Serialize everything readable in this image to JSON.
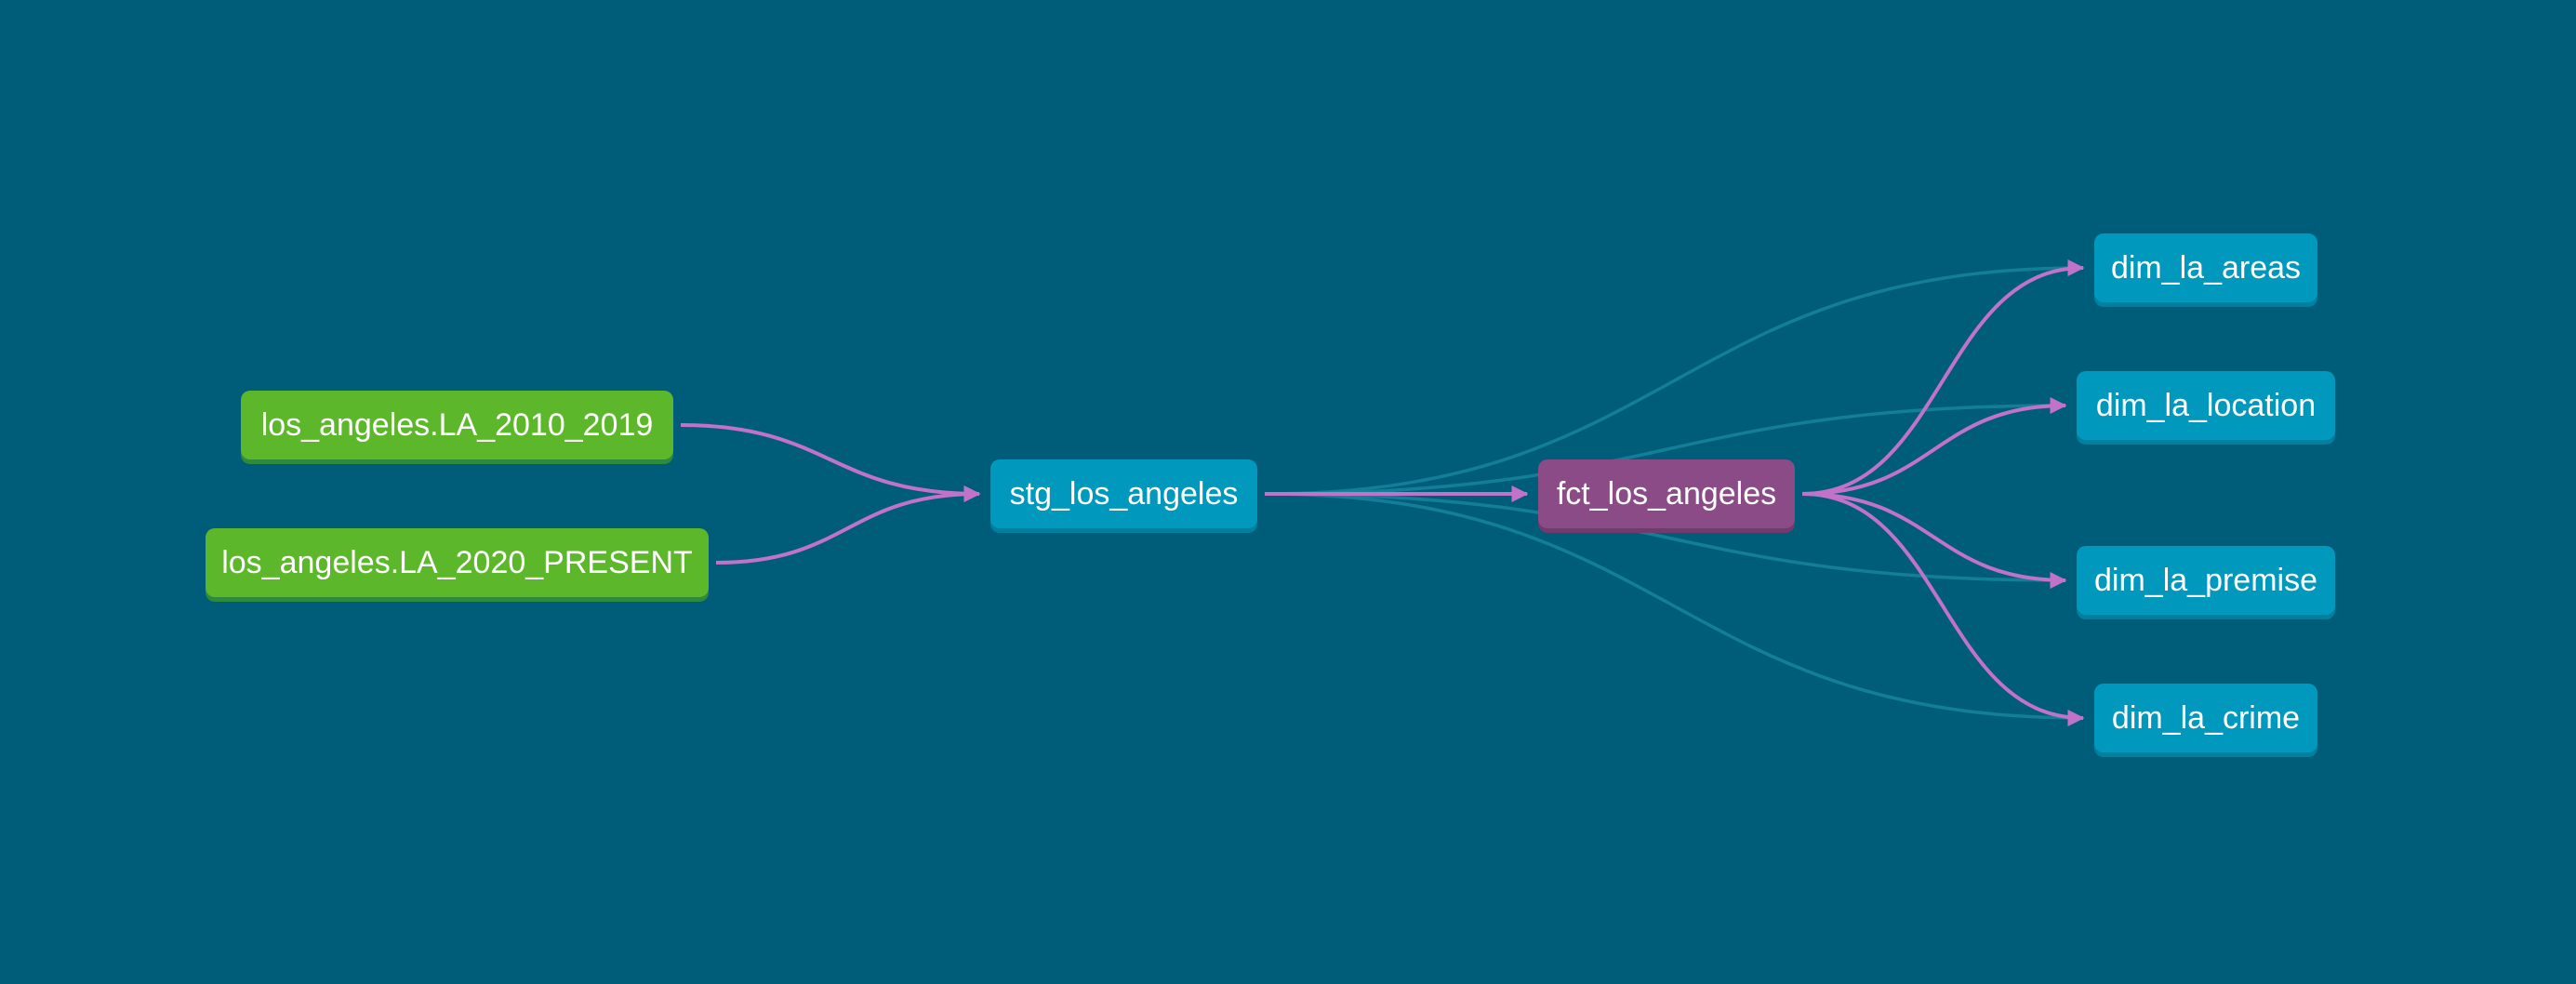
{
  "colors": {
    "background": "#005d7a",
    "source_node": "#5cb82a",
    "model_node": "#0098bd",
    "selected_node": "#8a4b87",
    "active_edge": "#c272c9",
    "faded_edge": "#1a8aa1"
  },
  "nodes": {
    "src_2010": {
      "label": "los_angeles.LA_2010_2019",
      "kind": "source"
    },
    "src_2020": {
      "label": "los_angeles.LA_2020_PRESENT",
      "kind": "source"
    },
    "stg": {
      "label": "stg_los_angeles",
      "kind": "model"
    },
    "fct": {
      "label": "fct_los_angeles",
      "kind": "selected"
    },
    "dim_areas": {
      "label": "dim_la_areas",
      "kind": "model"
    },
    "dim_location": {
      "label": "dim_la_location",
      "kind": "model"
    },
    "dim_premise": {
      "label": "dim_la_premise",
      "kind": "model"
    },
    "dim_crime": {
      "label": "dim_la_crime",
      "kind": "model"
    }
  },
  "edges": [
    {
      "from": "src_2010",
      "to": "stg",
      "style": "active"
    },
    {
      "from": "src_2020",
      "to": "stg",
      "style": "active"
    },
    {
      "from": "stg",
      "to": "fct",
      "style": "active"
    },
    {
      "from": "fct",
      "to": "dim_areas",
      "style": "active"
    },
    {
      "from": "fct",
      "to": "dim_location",
      "style": "active"
    },
    {
      "from": "fct",
      "to": "dim_premise",
      "style": "active"
    },
    {
      "from": "fct",
      "to": "dim_crime",
      "style": "active"
    },
    {
      "from": "stg",
      "to": "dim_areas",
      "style": "faded"
    },
    {
      "from": "stg",
      "to": "dim_location",
      "style": "faded"
    },
    {
      "from": "stg",
      "to": "dim_premise",
      "style": "faded"
    },
    {
      "from": "stg",
      "to": "dim_crime",
      "style": "faded"
    }
  ]
}
